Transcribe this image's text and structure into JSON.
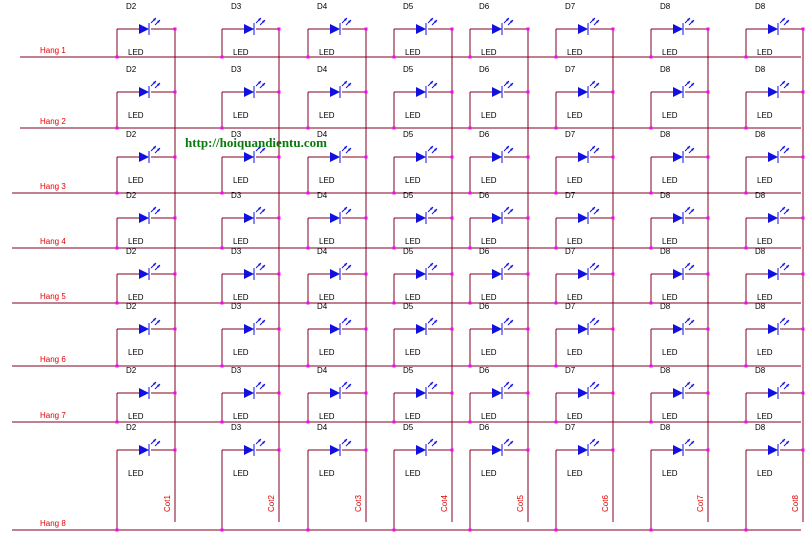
{
  "watermark": "http://hoiquandientu.com",
  "led_label": "LED",
  "designators": [
    "D2",
    "D3",
    "D4",
    "D5",
    "D6",
    "D7",
    "D8",
    "D8"
  ],
  "rows": [
    "Hang 1",
    "Hang 2",
    "Hang 3",
    "Hang 4",
    "Hang 5",
    "Hang 6",
    "Hang 7",
    "Hang 8"
  ],
  "columns": [
    "Cot1",
    "Cot2",
    "Cot3",
    "Cot4",
    "Cot5",
    "Cot6",
    "Cot7",
    "Cot8"
  ],
  "colors": {
    "wire": "#800020",
    "diode": "#1010e0",
    "node": "#ff00ff",
    "row_label": "#e00000",
    "column_label": "#e00000",
    "watermark": "#0a7a0a"
  }
}
